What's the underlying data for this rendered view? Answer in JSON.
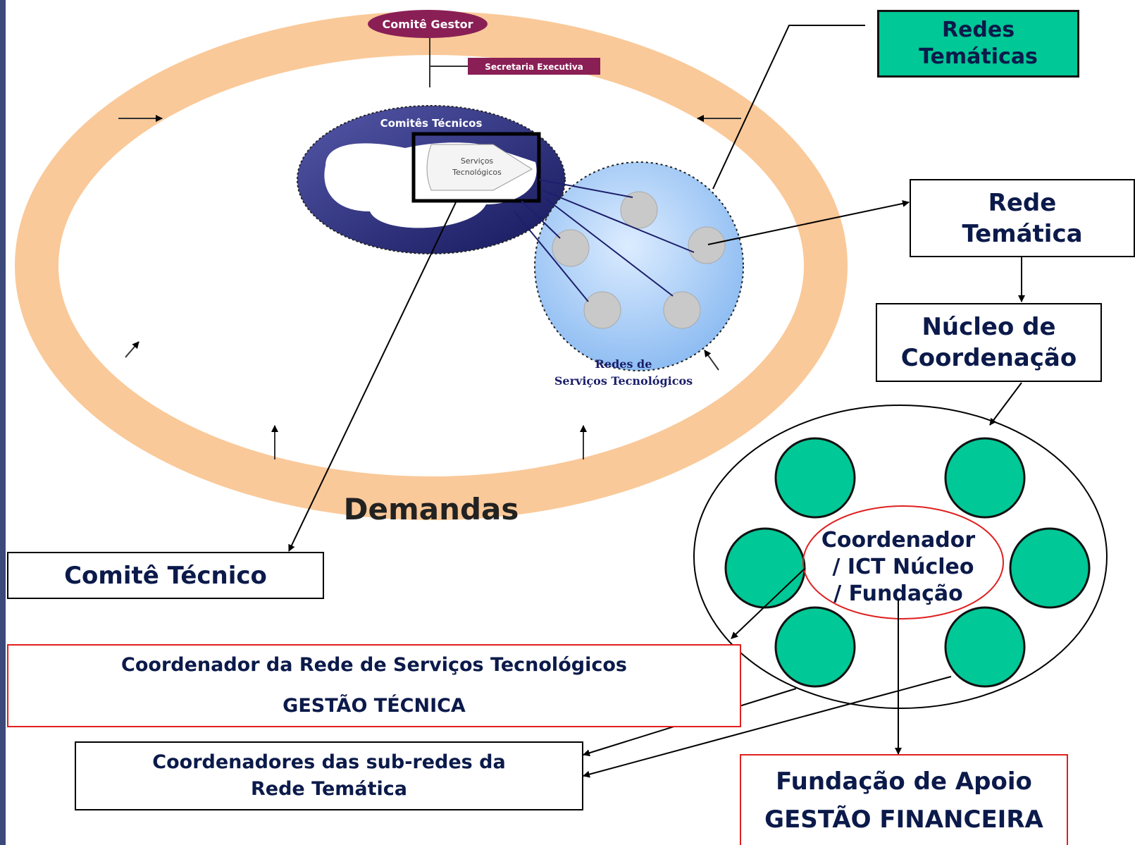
{
  "diagram": {
    "comite_gestor": "Comitê Gestor",
    "secretaria_executiva": "Secretaria Executiva",
    "comites_tecnicos": "Comitês Técnicos",
    "servicos_tecnologicos_1": "Serviços",
    "servicos_tecnologicos_2": "Tecnológicos",
    "redes_servicos_1": "Redes de",
    "redes_servicos_2": "Serviços Tecnológicos",
    "demandas": "Demandas",
    "redes_tematicas_1": "Redes",
    "redes_tematicas_2": "Temáticas",
    "rede_tematica_1": "Rede",
    "rede_tematica_2": "Temática",
    "nucleo_1": "Núcleo de",
    "nucleo_2": "Coordenação",
    "coordenador_1": "Coordenador",
    "coordenador_2": "/ ICT Núcleo",
    "coordenador_3": "/ Fundação",
    "comite_tecnico": "Comitê Técnico",
    "coord_rede_line1": "Coordenador da Rede de Serviços Tecnológicos",
    "coord_rede_line2": "GESTÃO TÉCNICA",
    "coord_subredes_line1": "Coordenadores das sub-redes da",
    "coord_subredes_line2": "Rede Temática",
    "fundacao_line1": "Fundação de Apoio",
    "fundacao_line2": "GESTÃO FINANCEIRA"
  },
  "colors": {
    "ring": "#f9c38e",
    "navy": "#1c1f6b",
    "maroon": "#8a1f55",
    "teal": "#00c896",
    "light_blue": "#a9cdf7",
    "red_border": "#e02020"
  }
}
